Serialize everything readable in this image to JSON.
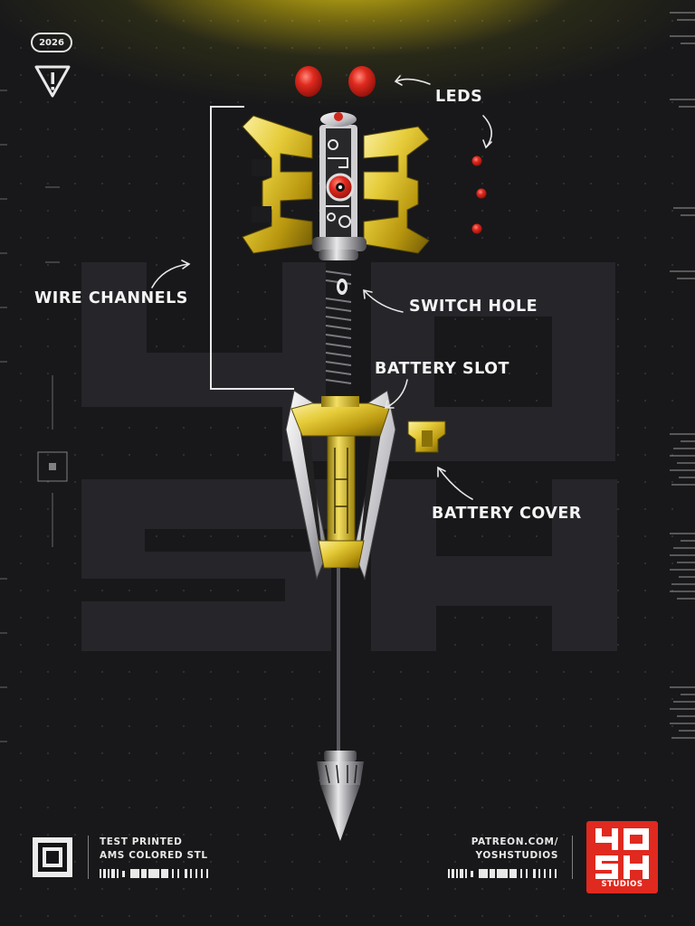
{
  "badge": {
    "year": "2026"
  },
  "callouts": {
    "leds": "LEDS",
    "wire_channels": "WIRE CHANNELS",
    "switch_hole": "SWITCH HOLE",
    "battery_slot": "BATTERY SLOT",
    "battery_cover": "BATTERY COVER"
  },
  "footer": {
    "left_line1": "TEST PRINTED",
    "left_line2": "AMS COLORED STL",
    "right_line1": "PATREON.COM/",
    "right_line2": "YOSHSTUDIOS"
  },
  "logo": {
    "line1": "YO",
    "line2": "SH",
    "sub": "STUDIOS"
  },
  "colors": {
    "accent_yellow": "#d7c21a",
    "gold": "#e2c62c",
    "red_led": "#e02a1f",
    "logo_red": "#e0291f",
    "background": "#18181a"
  }
}
